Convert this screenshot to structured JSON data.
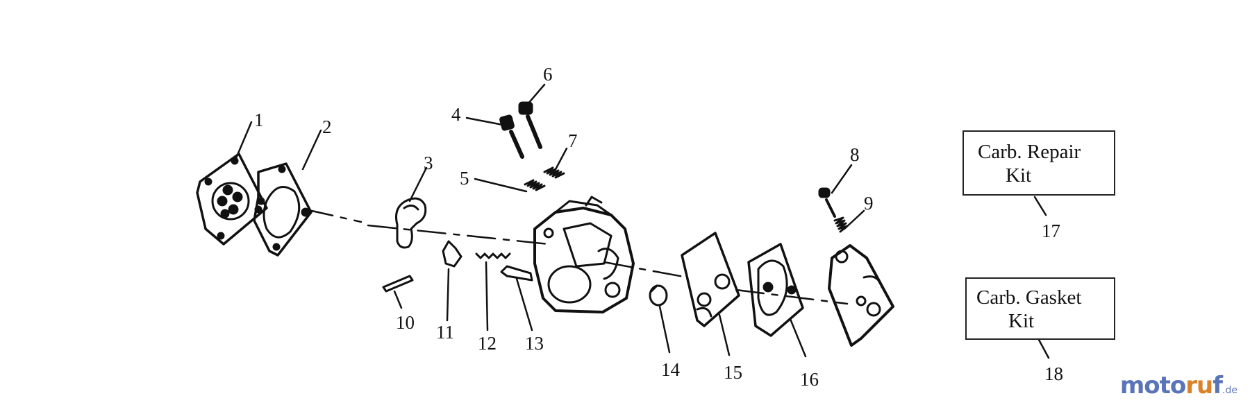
{
  "callouts": [
    "1",
    "2",
    "3",
    "4",
    "5",
    "6",
    "7",
    "8",
    "9",
    "10",
    "11",
    "12",
    "13",
    "14",
    "15",
    "16",
    "17",
    "18"
  ],
  "kits": {
    "repair": {
      "line1": "Carb. Repair",
      "line2": "Kit"
    },
    "gasket": {
      "line1": "Carb. Gasket",
      "line2": "Kit"
    }
  },
  "watermark": {
    "main": "moto",
    "accent": "ru",
    "tail": "f",
    "tld": ".de"
  },
  "colors": {
    "ink": "#111111",
    "watermark_blue": "#5a74b8",
    "watermark_orange": "#d9822b"
  }
}
